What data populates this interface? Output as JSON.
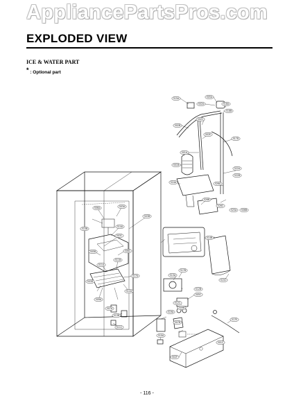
{
  "watermark": "AppliancePartsPros.com",
  "header": {
    "title": "EXPLODED VIEW"
  },
  "section": {
    "title": "ICE & WATER PART"
  },
  "note": {
    "star": "*",
    "text": ": Optional part"
  },
  "footer": {
    "page": "- 116 -"
  },
  "callouts": [
    "515A",
    "505A",
    "502A",
    "518A",
    "518B",
    "502C",
    "502B",
    "502E",
    "517D",
    "501A",
    "501B",
    "522A",
    "522B",
    "524A",
    "526A",
    "526B",
    "526C",
    "525A",
    "506B",
    "506A",
    "503A",
    "515B",
    "503B",
    "514A",
    "514B",
    "503C",
    "505B",
    "506C",
    "515C",
    "511A",
    "511B",
    "517A",
    "517B",
    "513A",
    "509A",
    "503D",
    "512A",
    "512B",
    "505C",
    "512C",
    "509B",
    "519A",
    "507B",
    "507A",
    "513B",
    "511C",
    "510A",
    "517E",
    "501C",
    "502F"
  ]
}
